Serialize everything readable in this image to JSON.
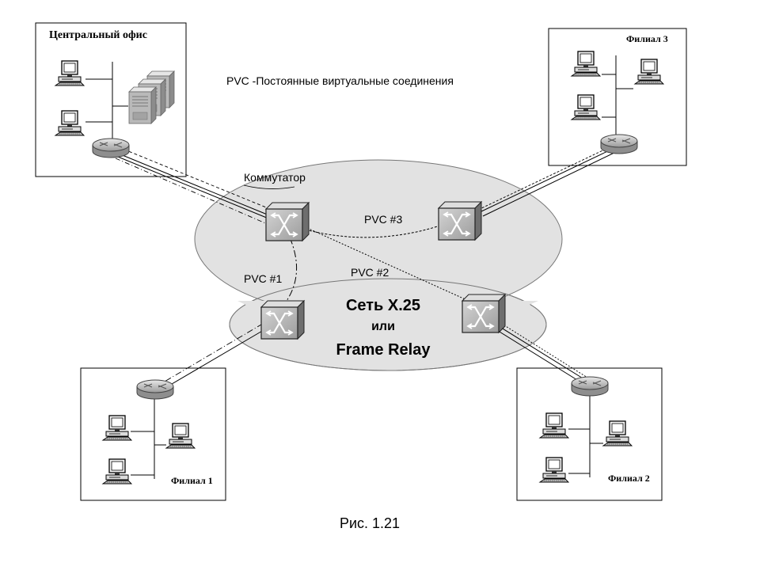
{
  "header": {
    "pvc_legend": "PVC -Постоянные виртуальные соединения"
  },
  "network": {
    "switch_label": "Коммутатор",
    "title_line1": "Сеть X.25",
    "title_line2": "или",
    "title_line3": "Frame Relay"
  },
  "sites": {
    "central": {
      "label": "Центральный офис"
    },
    "branch1": {
      "label": "Филиал 1"
    },
    "branch2": {
      "label": "Филиал 2"
    },
    "branch3": {
      "label": "Филиал 3"
    }
  },
  "pvc": {
    "pvc1": "PVC #1",
    "pvc2": "PVC #2",
    "pvc3": "PVC #3"
  },
  "caption": "Рис. 1.21",
  "icons": [
    "computer-icon",
    "server-icon",
    "router-icon",
    "switch-icon",
    "cloud-shape"
  ]
}
